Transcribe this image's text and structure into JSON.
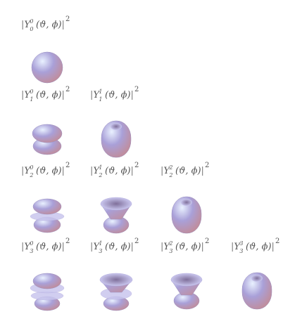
{
  "figure": {
    "cells": [
      {
        "l": 0,
        "m": 0,
        "Y": "Y",
        "sup": "0",
        "sub": "0",
        "args": "(ϑ, ϕ)",
        "exp": "2",
        "shape": "sphere"
      },
      {
        "l": 1,
        "m": 0,
        "Y": "Y",
        "sup": "0",
        "sub": "1",
        "args": "(ϑ, ϕ)",
        "exp": "2",
        "shape": "dumbbell"
      },
      {
        "l": 1,
        "m": 1,
        "Y": "Y",
        "sup": "1",
        "sub": "1",
        "args": "(ϑ, ϕ)",
        "exp": "2",
        "shape": "torus"
      },
      {
        "l": 2,
        "m": 0,
        "Y": "Y",
        "sup": "0",
        "sub": "2",
        "args": "(ϑ, ϕ)",
        "exp": "2",
        "shape": "dumbbell-ring"
      },
      {
        "l": 2,
        "m": 1,
        "Y": "Y",
        "sup": "1",
        "sub": "2",
        "args": "(ϑ, ϕ)",
        "exp": "2",
        "shape": "double-cone"
      },
      {
        "l": 2,
        "m": 2,
        "Y": "Y",
        "sup": "2",
        "sub": "2",
        "args": "(ϑ, ϕ)",
        "exp": "2",
        "shape": "torus"
      },
      {
        "l": 3,
        "m": 0,
        "Y": "Y",
        "sup": "0",
        "sub": "3",
        "args": "(ϑ, ϕ)",
        "exp": "2",
        "shape": "dumbbell-double-ring"
      },
      {
        "l": 3,
        "m": 1,
        "Y": "Y",
        "sup": "1",
        "sub": "3",
        "args": "(ϑ, ϕ)",
        "exp": "2",
        "shape": "cone-ring"
      },
      {
        "l": 3,
        "m": 2,
        "Y": "Y",
        "sup": "2",
        "sub": "3",
        "args": "(ϑ, ϕ)",
        "exp": "2",
        "shape": "double-cone"
      },
      {
        "l": 3,
        "m": 3,
        "Y": "Y",
        "sup": "3",
        "sub": "3",
        "args": "(ϑ, ϕ)",
        "exp": "2",
        "shape": "torus"
      }
    ],
    "colors": {
      "light": "#c9c6ee",
      "mid": "#a9a0d8",
      "dark": "#7f6f9a",
      "warm": "#c48a93",
      "highlight": "#e9f1ff"
    }
  }
}
